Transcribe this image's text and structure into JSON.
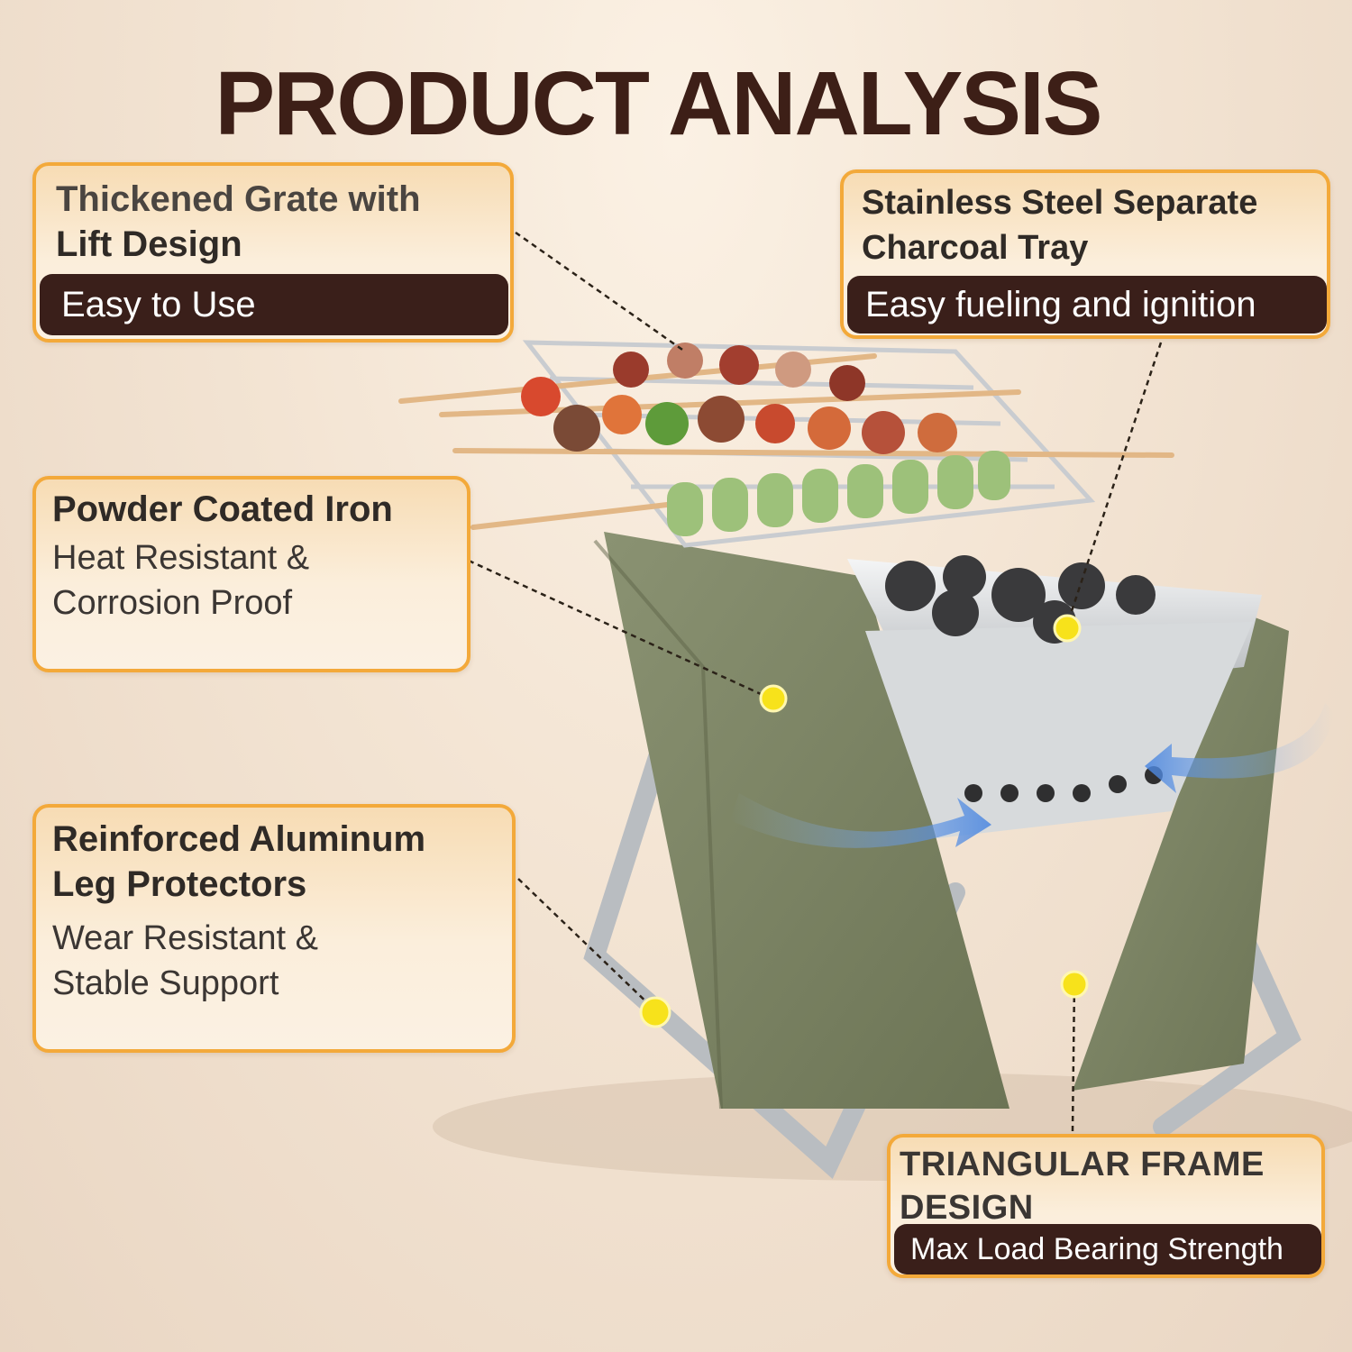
{
  "title": "PRODUCT ANALYSIS",
  "callouts": {
    "grate": {
      "head_line1": "Thickened Grate with",
      "head_line2": "Lift Design",
      "band": "Easy to Use"
    },
    "tray": {
      "head_line1": "Stainless Steel Separate",
      "head_line2": "Charcoal Tray",
      "band": "Easy fueling and ignition"
    },
    "iron": {
      "head": "Powder Coated Iron",
      "sub_line1": "Heat Resistant &",
      "sub_line2": "Corrosion Proof"
    },
    "legs": {
      "head_line1": "Reinforced Aluminum",
      "head_line2": "Leg Protectors",
      "sub_line1": "Wear Resistant &",
      "sub_line2": "Stable Support"
    },
    "frame": {
      "head_line1": "TRIANGULAR FRAME",
      "head_line2": "DESIGN",
      "band": "Max Load Bearing Strength"
    }
  },
  "colors": {
    "title": "#3d1f17",
    "callout_border": "#f3a93a",
    "band_bg": "#3a1f1a",
    "grill_body": "#7d8565",
    "marker": "#f7e21b",
    "airflow": "#5a8fe0"
  }
}
